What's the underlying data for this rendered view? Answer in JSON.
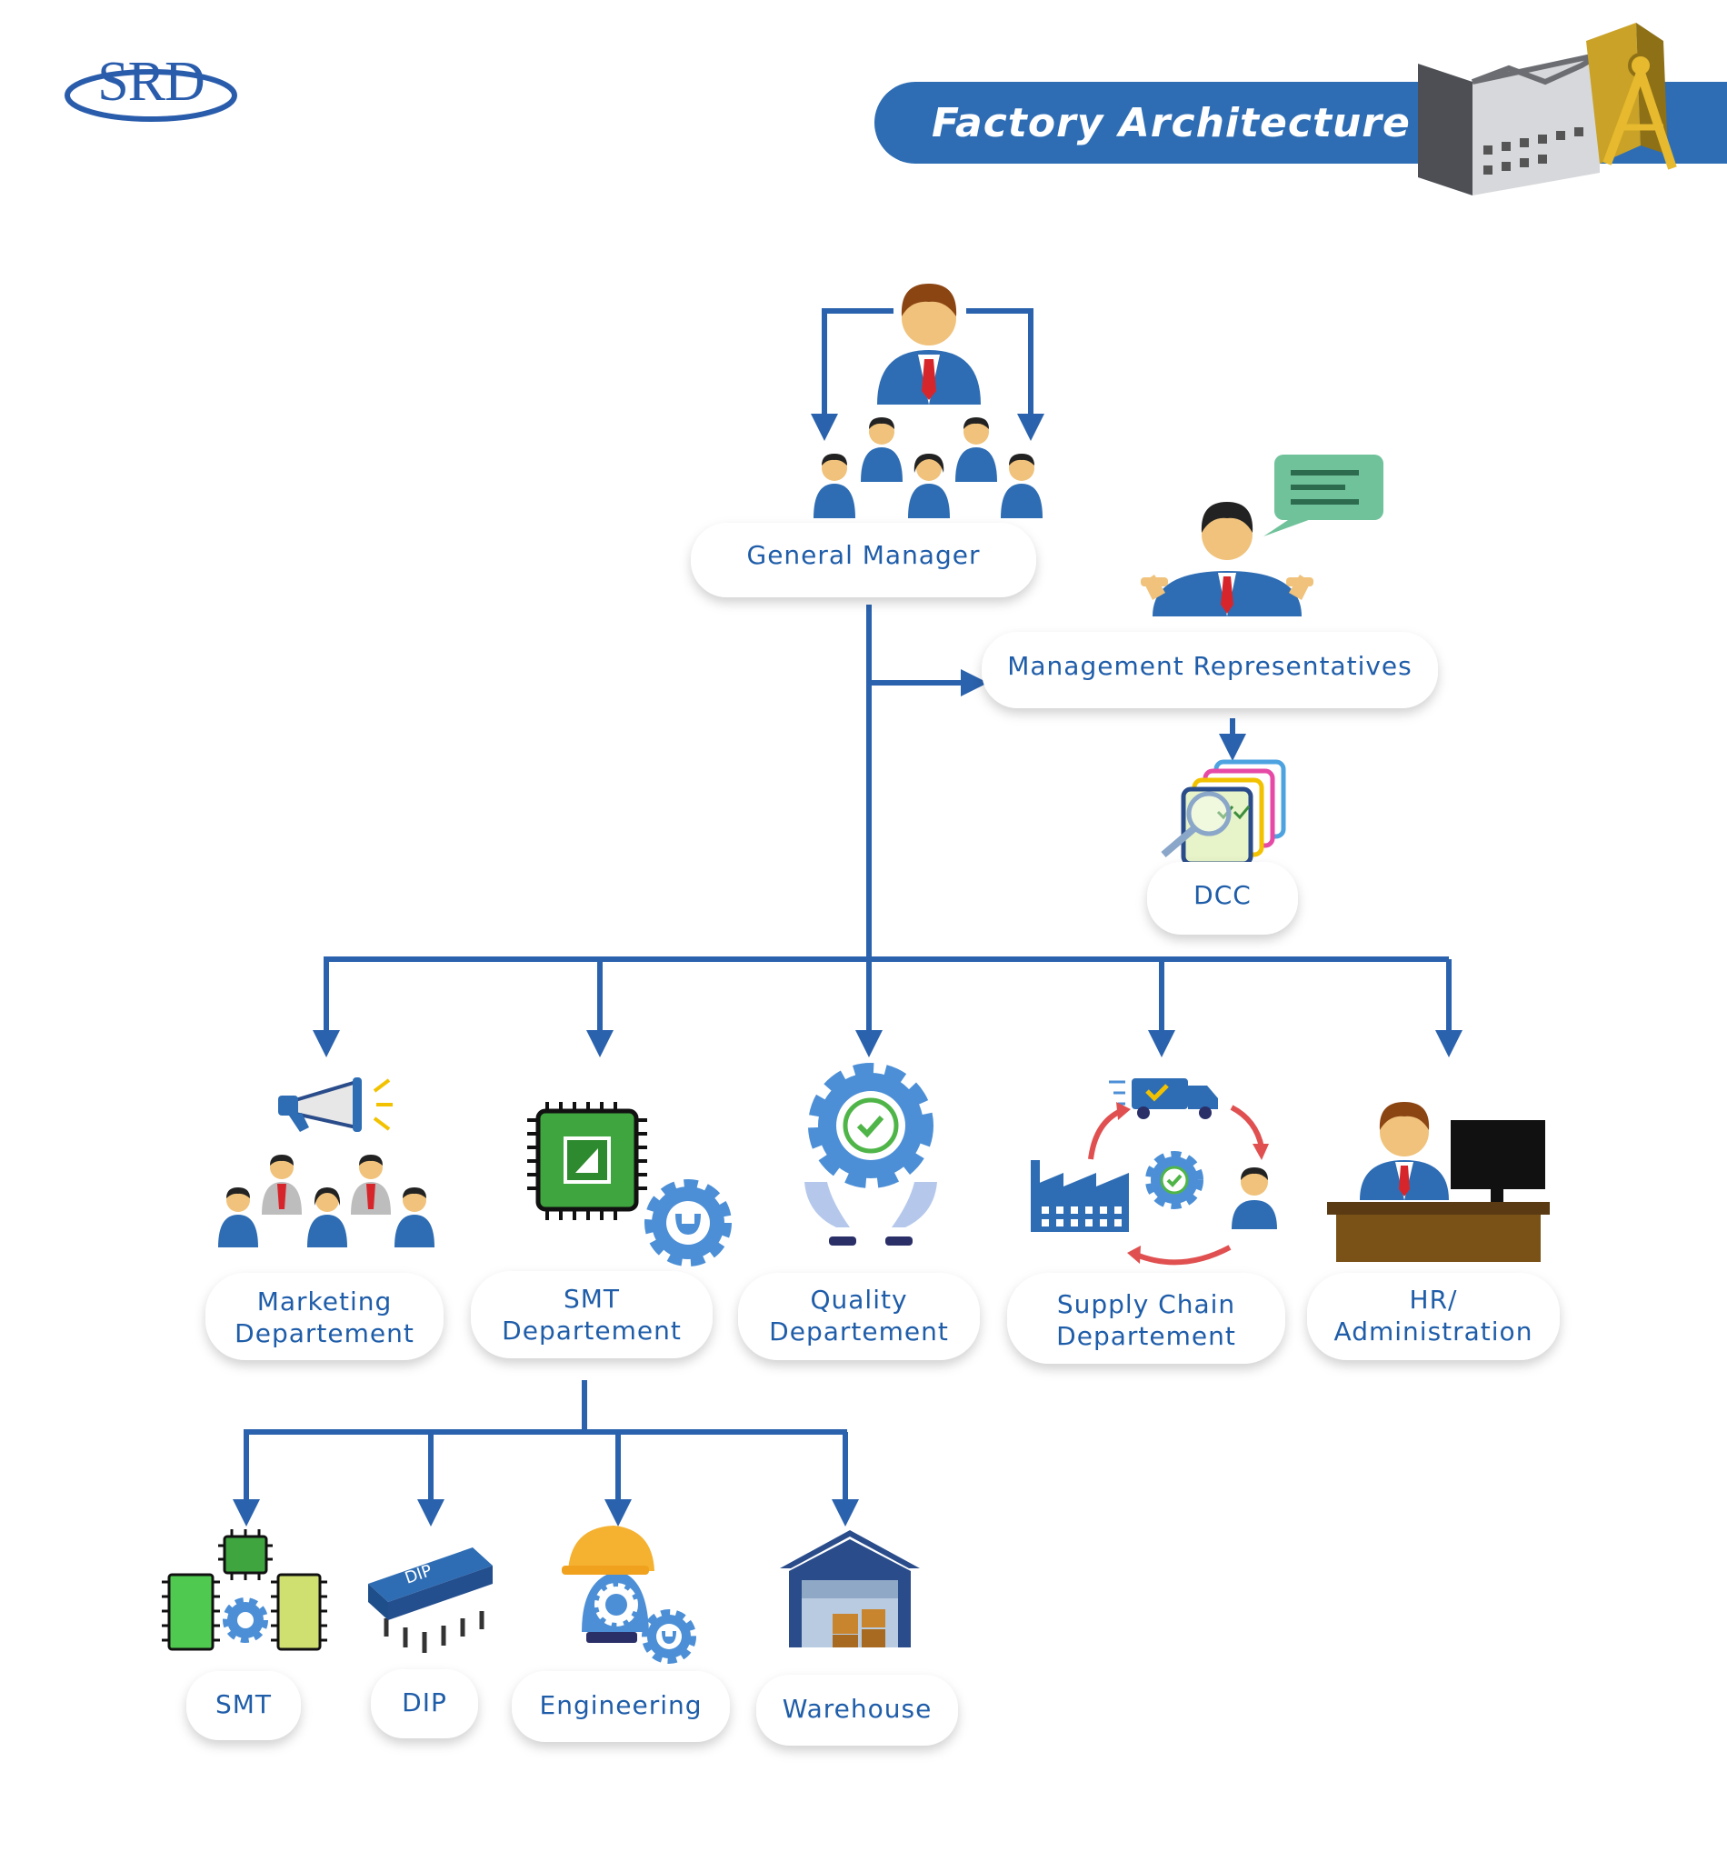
{
  "logo": {
    "text": "SRD"
  },
  "header": {
    "title": "Factory Architecture"
  },
  "colors": {
    "accent": "#2e6db4",
    "line": "#2a62ad",
    "text": "#1f5da9"
  },
  "nodes": {
    "general_manager": {
      "line1": "General Manager",
      "icon": "manager-team-icon"
    },
    "management_representatives": {
      "line1": "Management Representatives",
      "icon": "presenter-icon"
    },
    "dcc": {
      "line1": "DCC",
      "icon": "document-control-icon"
    },
    "marketing": {
      "line1": "Marketing",
      "line2": "Departement",
      "icon": "megaphone-team-icon"
    },
    "smt_dept": {
      "line1": "SMT",
      "line2": "Departement",
      "icon": "chip-gear-icon"
    },
    "quality": {
      "line1": "Quality",
      "line2": "Departement",
      "icon": "quality-gear-icon"
    },
    "supply_chain": {
      "line1": "Supply Chain",
      "line2": "Departement",
      "icon": "supply-cycle-icon"
    },
    "hr": {
      "line1": "HR/",
      "line2": "Administration",
      "icon": "office-desk-icon"
    },
    "smt": {
      "line1": "SMT",
      "icon": "circuit-boards-icon"
    },
    "dip": {
      "line1": "DIP",
      "icon": "dip-chip-icon",
      "chip_label": "DIP"
    },
    "engineering": {
      "line1": "Engineering",
      "icon": "engineer-icon"
    },
    "warehouse": {
      "line1": "Warehouse",
      "icon": "warehouse-icon"
    }
  }
}
